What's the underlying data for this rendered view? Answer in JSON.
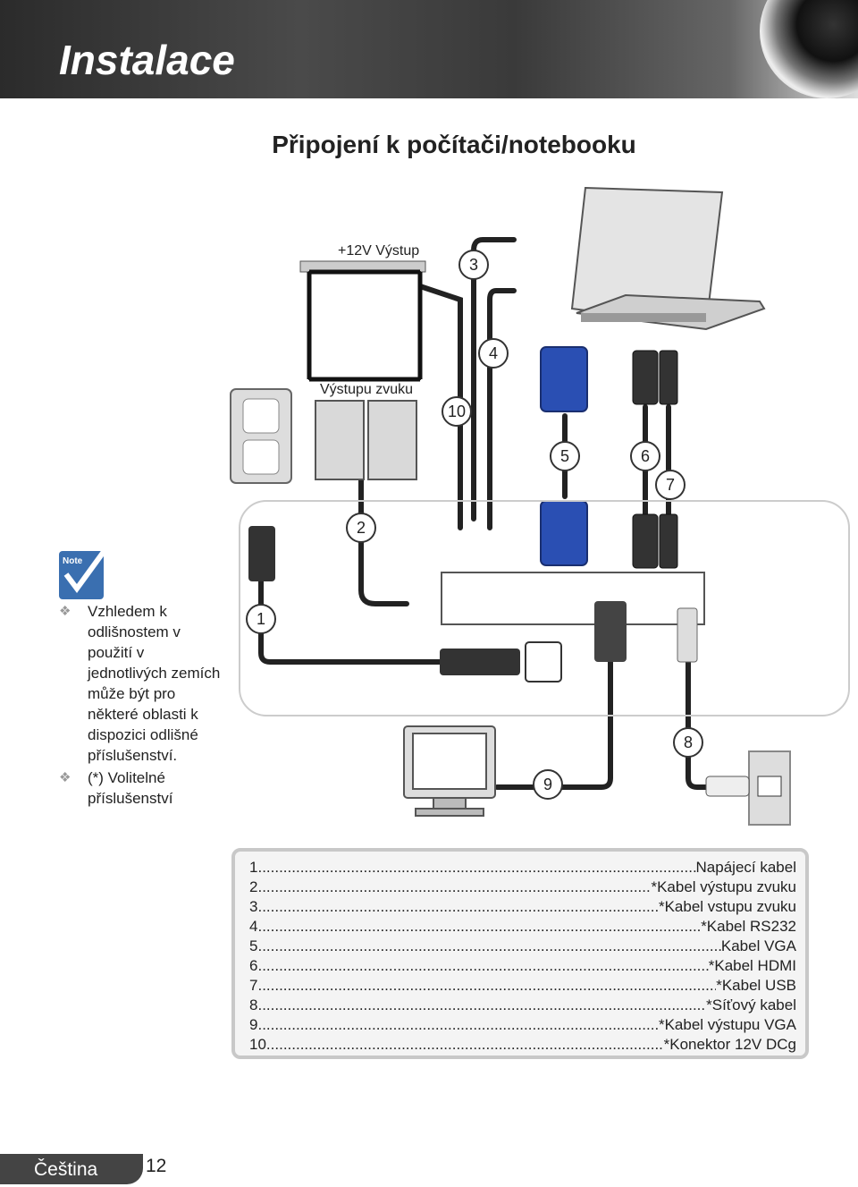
{
  "header": {
    "title": "Instalace"
  },
  "subtitle": "Připojení k počítači/notebooku",
  "diagram": {
    "labels": {
      "dc_out": "+12V Výstup",
      "audio_out": "Výstupu zvuku"
    },
    "callouts": [
      "1",
      "2",
      "3",
      "4",
      "5",
      "6",
      "7",
      "8",
      "9",
      "10"
    ]
  },
  "note": {
    "badge": "Note",
    "items": [
      "Vzhledem k odlišnostem v použití v jednotlivých zemích může být pro některé oblasti k dispozici odlišné příslušenství.",
      "(*) Volitelné příslušenství"
    ]
  },
  "legend": {
    "items": [
      {
        "num": "1",
        "label": "Napájecí kabel"
      },
      {
        "num": "2",
        "label": "*Kabel výstupu zvuku"
      },
      {
        "num": "3",
        "label": "*Kabel vstupu zvuku"
      },
      {
        "num": "4",
        "label": "*Kabel RS232"
      },
      {
        "num": "5",
        "label": "Kabel VGA"
      },
      {
        "num": "6",
        "label": "*Kabel HDMI"
      },
      {
        "num": "7",
        "label": "*Kabel USB"
      },
      {
        "num": "8",
        "label": "*Síťový kabel"
      },
      {
        "num": "9",
        "label": "*Kabel výstupu VGA"
      },
      {
        "num": "10",
        "label": "*Konektor 12V DCg"
      }
    ]
  },
  "footer": {
    "language": "Čeština",
    "page": "12"
  }
}
